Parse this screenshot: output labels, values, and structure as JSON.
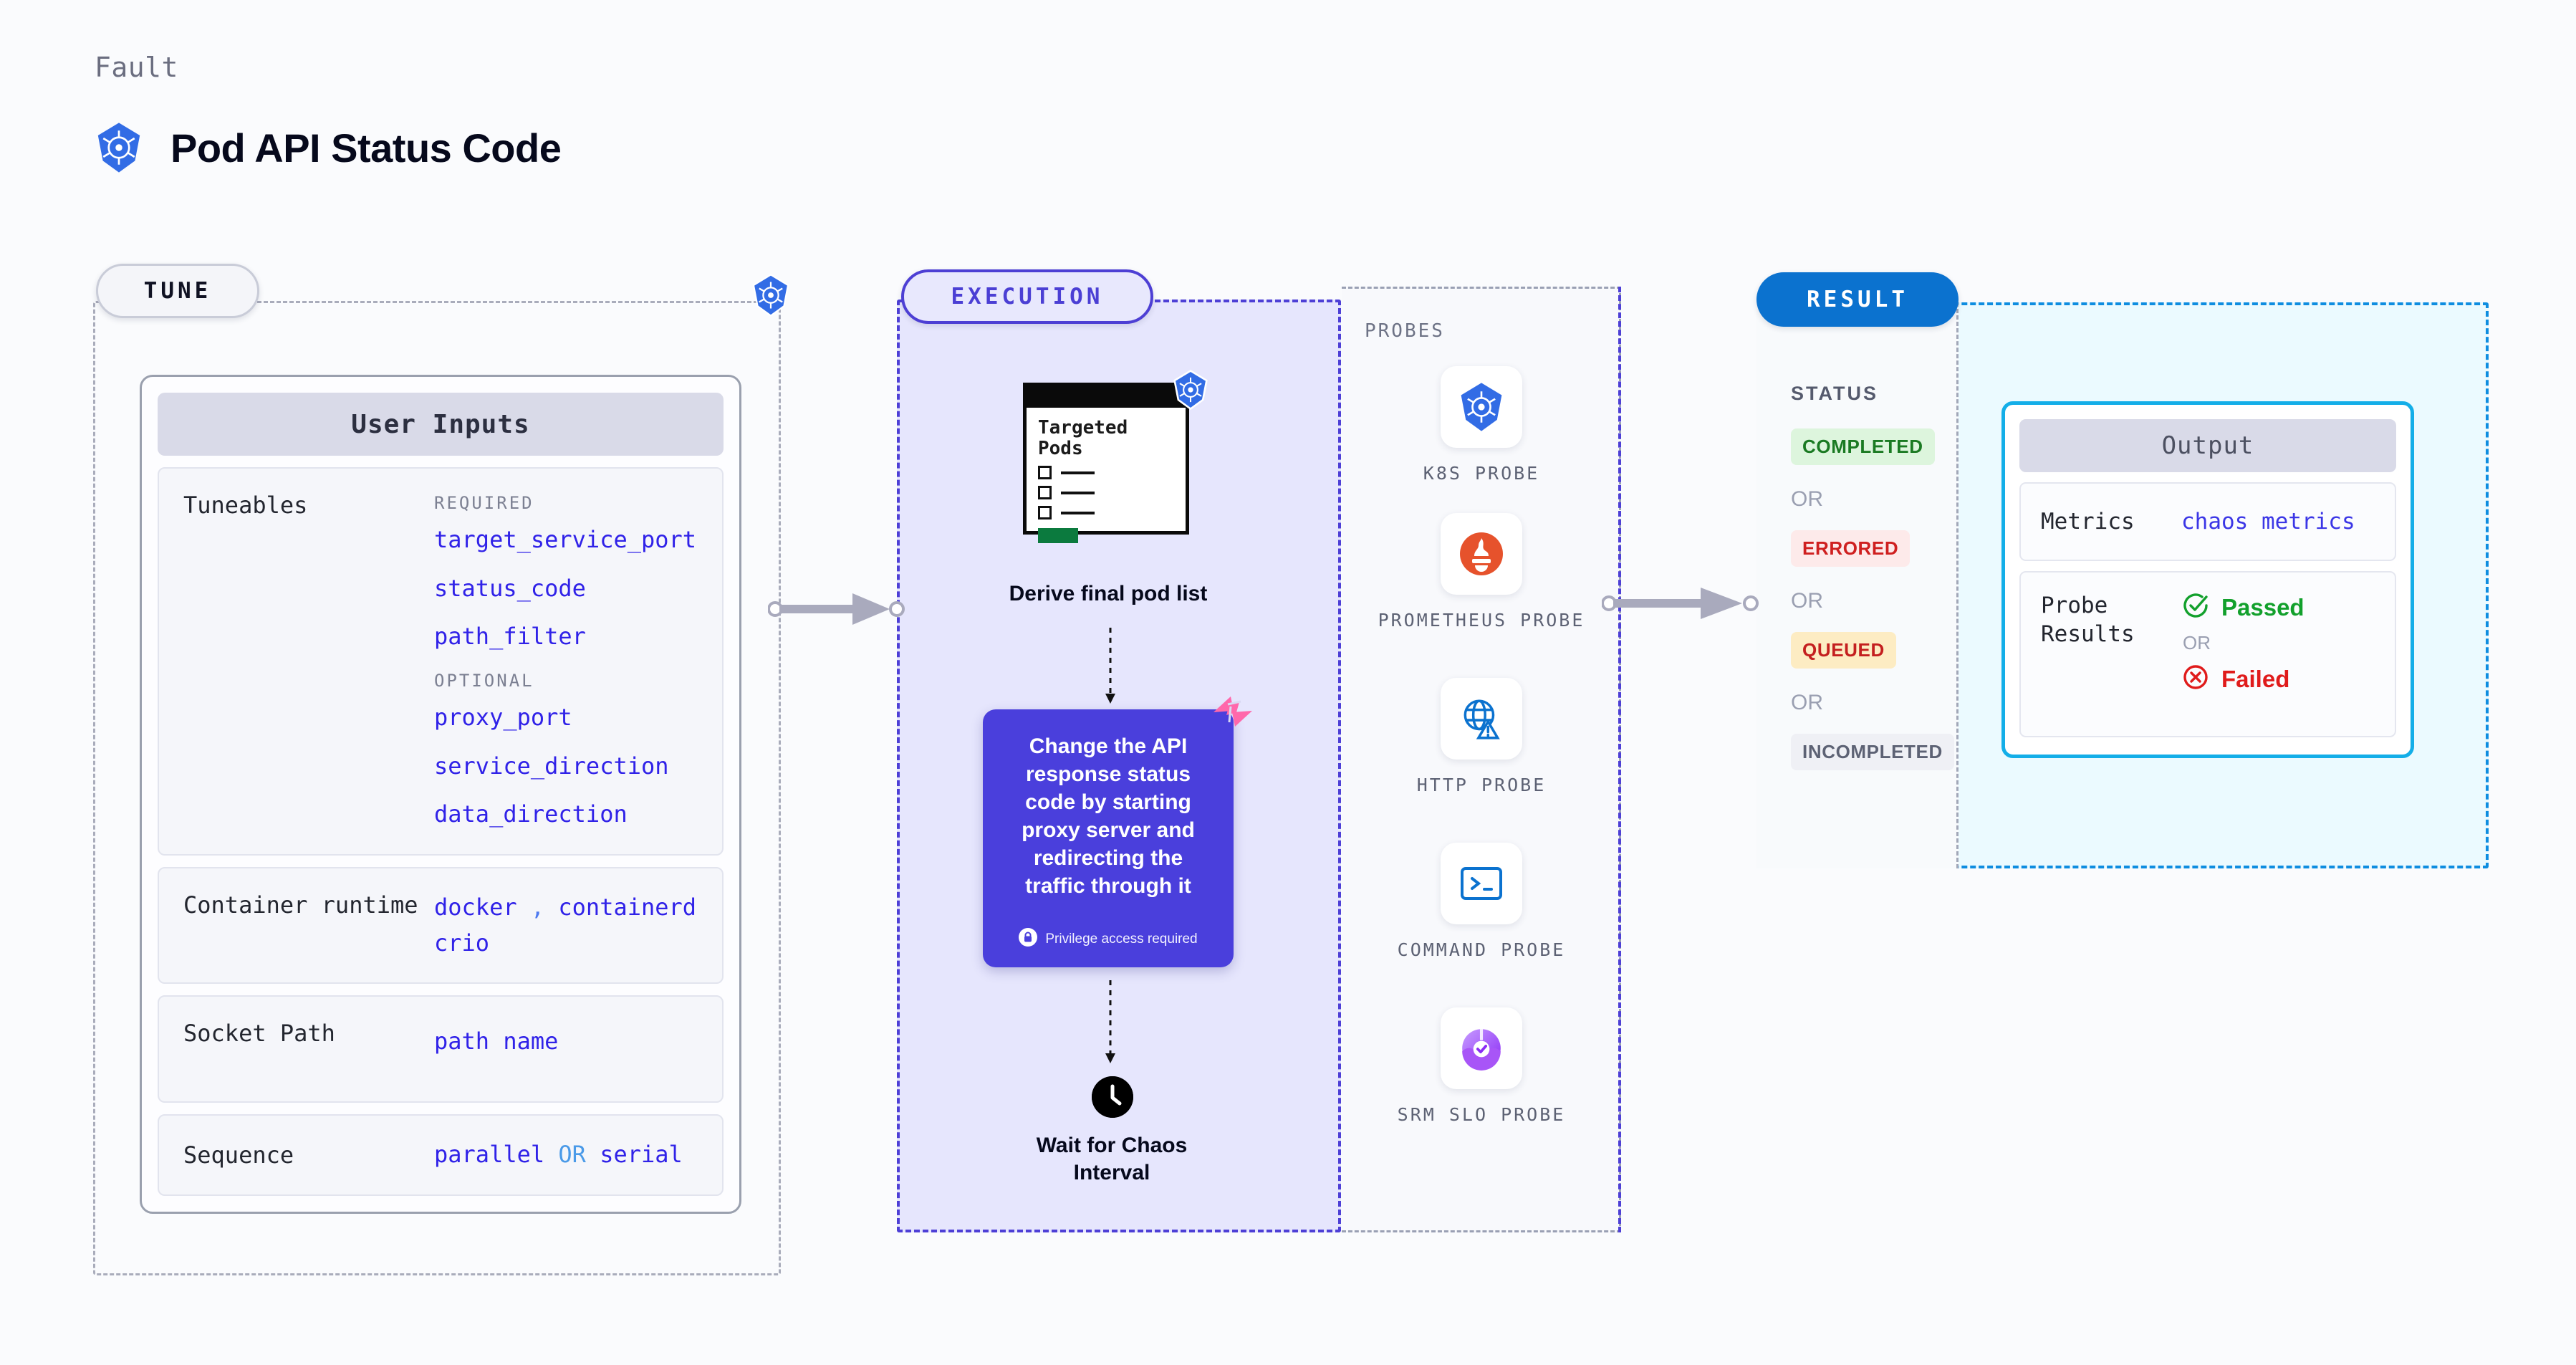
{
  "header": {
    "eyebrow": "Fault",
    "title": "Pod API Status Code",
    "logo_icon": "kubernetes-icon"
  },
  "tune": {
    "pill_label": "TUNE",
    "badge_icon": "kubernetes-icon",
    "card_title": "User Inputs",
    "tuneables": {
      "label": "Tuneables",
      "required_label": "REQUIRED",
      "required": [
        "target_service_port",
        "status_code",
        "path_filter"
      ],
      "optional_label": "OPTIONAL",
      "optional": [
        "proxy_port",
        "service_direction",
        "data_direction"
      ]
    },
    "container_runtime": {
      "label": "Container runtime",
      "values": [
        "docker",
        "containerd",
        "crio"
      ],
      "separator": ","
    },
    "socket_path": {
      "label": "Socket Path",
      "value": "path name"
    },
    "sequence": {
      "label": "Sequence",
      "value_a": "parallel",
      "conjunction": "OR",
      "value_b": "serial"
    }
  },
  "execution": {
    "pill_label": "EXECUTION",
    "pods_doc": {
      "title": "Targeted Pods",
      "badge_icon": "kubernetes-icon"
    },
    "derive_caption": "Derive final pod list",
    "action": {
      "text": "Change the API response status code by starting proxy server and redirecting the traffic through it",
      "privilege_note": "Privilege access required",
      "privilege_icon": "lock-icon",
      "corner_icon": "harness-icon"
    },
    "wait": {
      "caption": "Wait for Chaos Interval",
      "icon": "clock-icon"
    }
  },
  "probes": {
    "section_label": "PROBES",
    "items": [
      {
        "name": "K8S PROBE",
        "icon": "kubernetes-icon"
      },
      {
        "name": "PROMETHEUS PROBE",
        "icon": "prometheus-icon"
      },
      {
        "name": "HTTP PROBE",
        "icon": "globe-warning-icon"
      },
      {
        "name": "COMMAND PROBE",
        "icon": "terminal-icon"
      },
      {
        "name": "SRM SLO PROBE",
        "icon": "srm-slo-icon"
      }
    ]
  },
  "result": {
    "pill_label": "RESULT",
    "status_label": "STATUS",
    "or_label": "OR",
    "statuses": [
      {
        "label": "COMPLETED",
        "color": "#1a7a22",
        "bg": "#ddf5dd"
      },
      {
        "label": "ERRORED",
        "color": "#cf2020",
        "bg": "#fdeaea"
      },
      {
        "label": "QUEUED",
        "color": "#c41f1f",
        "bg": "#fdecc3"
      },
      {
        "label": "INCOMPLETED",
        "color": "#5d6274",
        "bg": "#eff0f5"
      }
    ],
    "output": {
      "title": "Output",
      "metrics_label": "Metrics",
      "metrics_value": "chaos metrics",
      "probe_results_label": "Probe Results",
      "passed_label": "Passed",
      "failed_label": "Failed",
      "or_label": "OR",
      "passed_icon": "check-circle-icon",
      "failed_icon": "x-circle-icon"
    }
  },
  "colors": {
    "accent_purple": "#4a3fdc",
    "accent_blue": "#0b72cf",
    "accent_cyan": "#13aee8",
    "k8s_blue": "#326ce5",
    "harness_pink": "#ff68ab",
    "code_blue": "#3022e8"
  }
}
